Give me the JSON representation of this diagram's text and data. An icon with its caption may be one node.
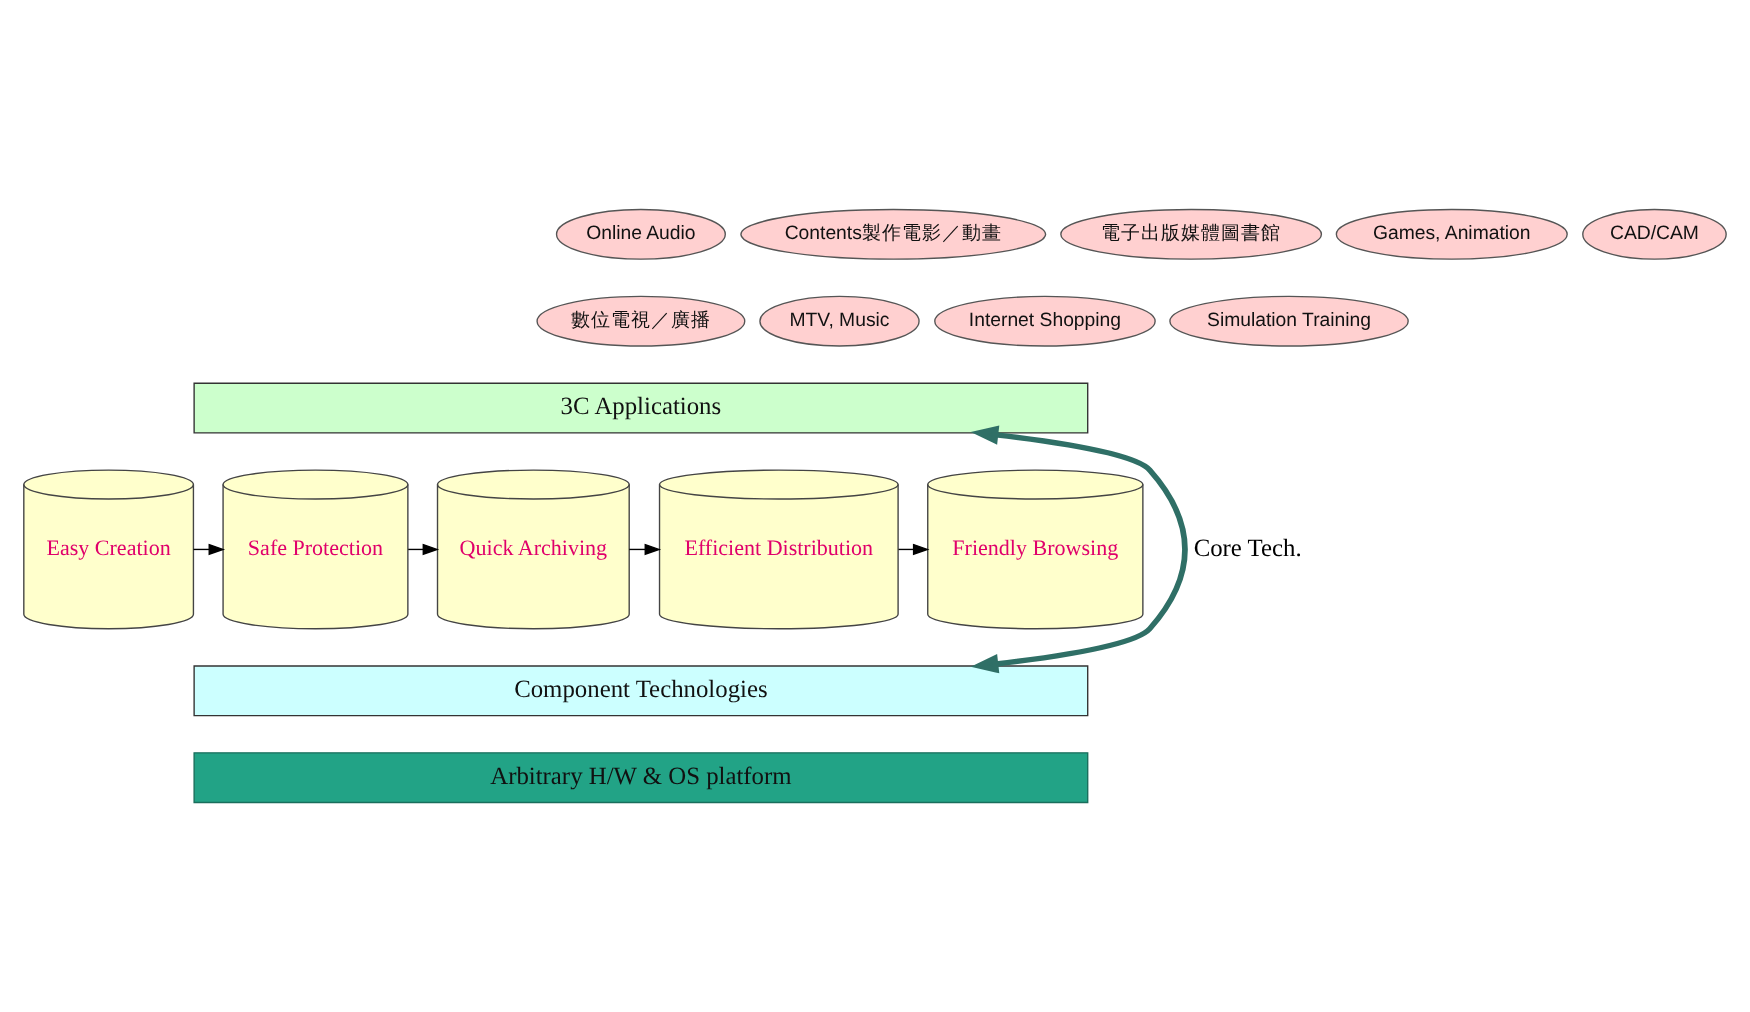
{
  "diagram": {
    "nodes": [
      {
        "text": [
          "Online Audio"
        ]
      },
      {
        "text": [
          "Contents製作電影／動畫"
        ]
      },
      {
        "text": [
          "電子出版媒體圖書館"
        ]
      },
      {
        "text": [
          "Games, Animation"
        ]
      },
      {
        "text": [
          "CAD/CAM"
        ]
      },
      {
        "text": [
          "數位電視／廣播"
        ]
      },
      {
        "text": [
          "MTV, Music"
        ]
      },
      {
        "text": [
          "Internet Shopping"
        ]
      },
      {
        "text": [
          "Simulation Training"
        ]
      },
      {
        "text": [
          "3C Applications"
        ]
      },
      {
        "text": [
          "Easy Creation"
        ]
      },
      {
        "text": [
          "Safe Protection"
        ]
      },
      {
        "text": [
          "Quick Archiving"
        ]
      },
      {
        "text": [
          "Efficient Distribution"
        ]
      },
      {
        "text": [
          "Friendly Browsing"
        ]
      },
      {
        "text": [
          "Component Technologies"
        ]
      },
      {
        "text": [
          "Arbitrary H/W & OS platform"
        ]
      }
    ],
    "edges": [
      {
        "from": 9,
        "to": 15,
        "arrow": "both",
        "label": "Core Tech.",
        "style": "thick",
        "color": "#2f6f66"
      },
      {
        "from": 10,
        "to": 11,
        "arrow": "to"
      },
      {
        "from": 11,
        "to": 12,
        "arrow": "to"
      },
      {
        "from": 12,
        "to": 13,
        "arrow": "to"
      },
      {
        "from": 13,
        "to": 14,
        "arrow": "to"
      }
    ]
  }
}
